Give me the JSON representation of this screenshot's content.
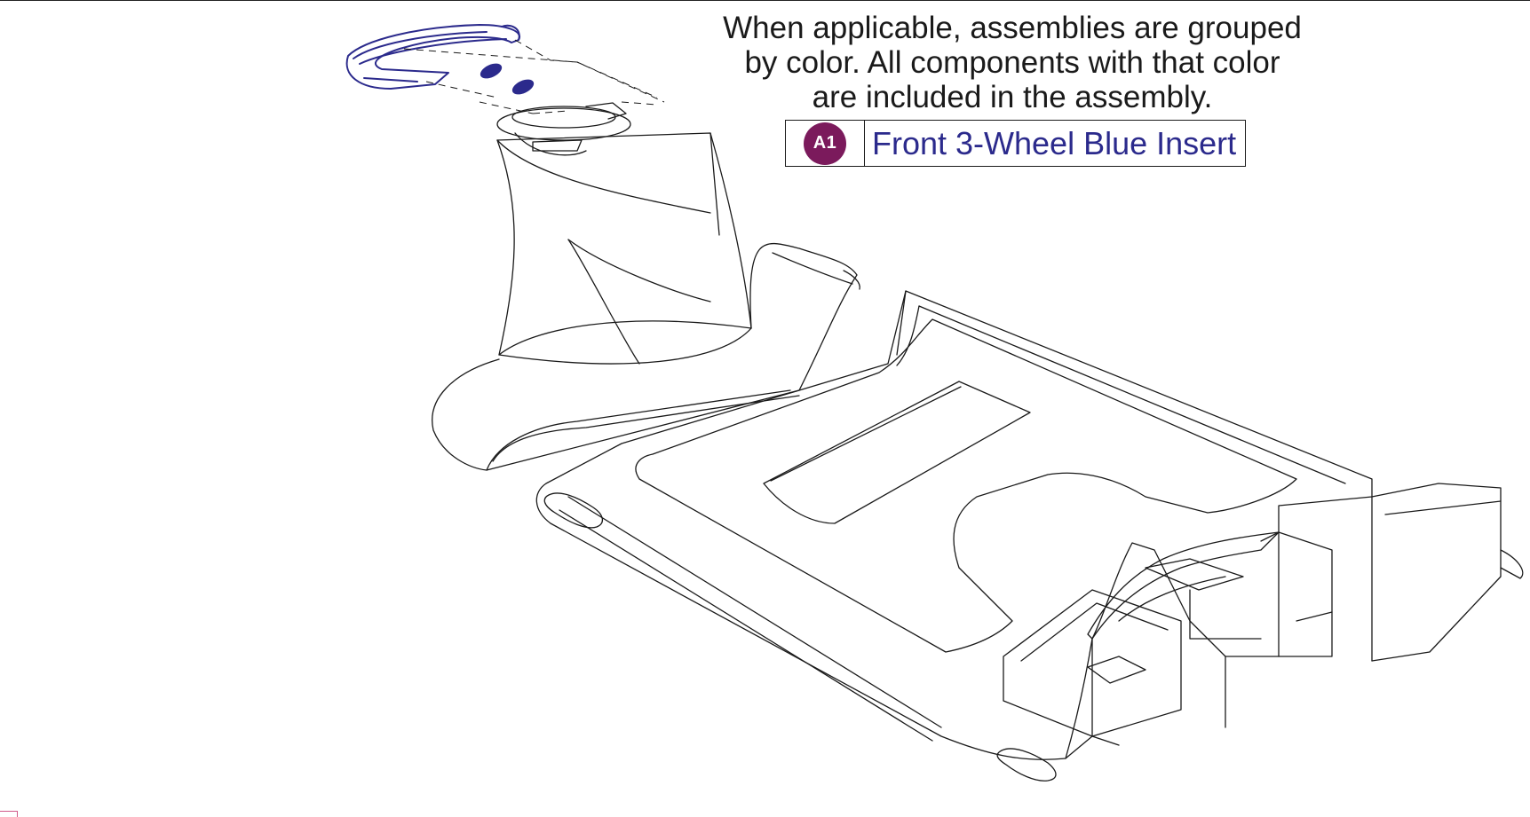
{
  "note": {
    "line1": "When applicable, assemblies are grouped",
    "line2": "by color. All components with that color",
    "line3": "are included in the assembly."
  },
  "legend": {
    "badge": "A1",
    "label": "Front 3-Wheel Blue Insert"
  },
  "colors": {
    "badge": "#7b1a5c",
    "highlight": "#2b2a8c",
    "line": "#1a1a1a"
  },
  "icons": {
    "badge_shape": "circle",
    "drawing": "exploded-scooter-shroud-and-floorboard"
  }
}
